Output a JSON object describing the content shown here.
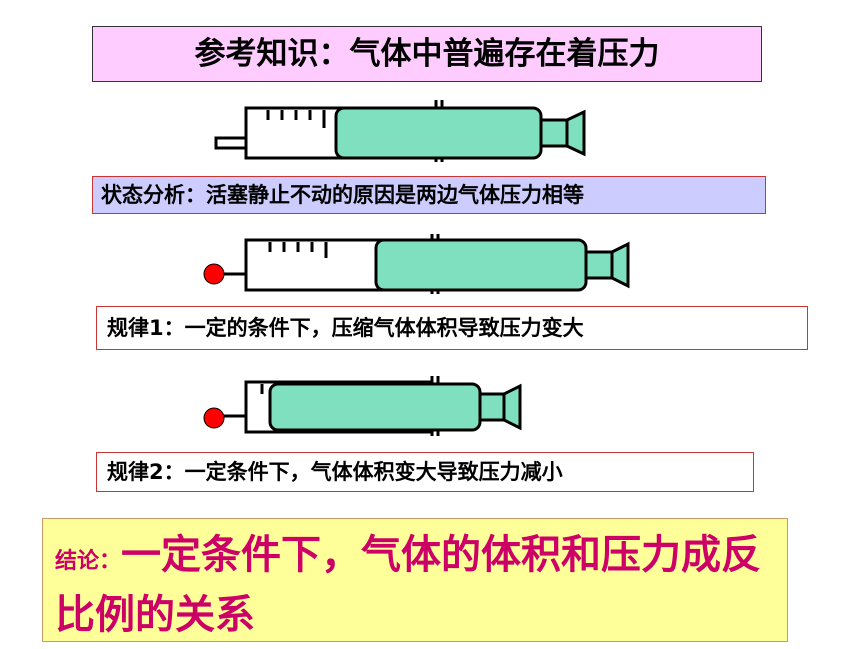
{
  "title": "参考知识：气体中普遍存在着压力",
  "state_analysis": "状态分析：活塞静止不动的原因是两边气体压力相等",
  "rule1": "规律1：一定的条件下，压缩气体体积导致压力变大",
  "rule2": "规律2：一定条件下，气体体积变大导致压力减小",
  "conclusion": {
    "lead": "结论：",
    "text": "一定条件下，气体的体积和压力成反比例的关系"
  },
  "colors": {
    "title_bg": "#ffccff",
    "state_bg": "#ccccff",
    "conclusion_bg": "#ffff99",
    "conclusion_text": "#cc0066",
    "plunger_fill": "#7fe0c0",
    "seal_dot": "#ff0000"
  }
}
